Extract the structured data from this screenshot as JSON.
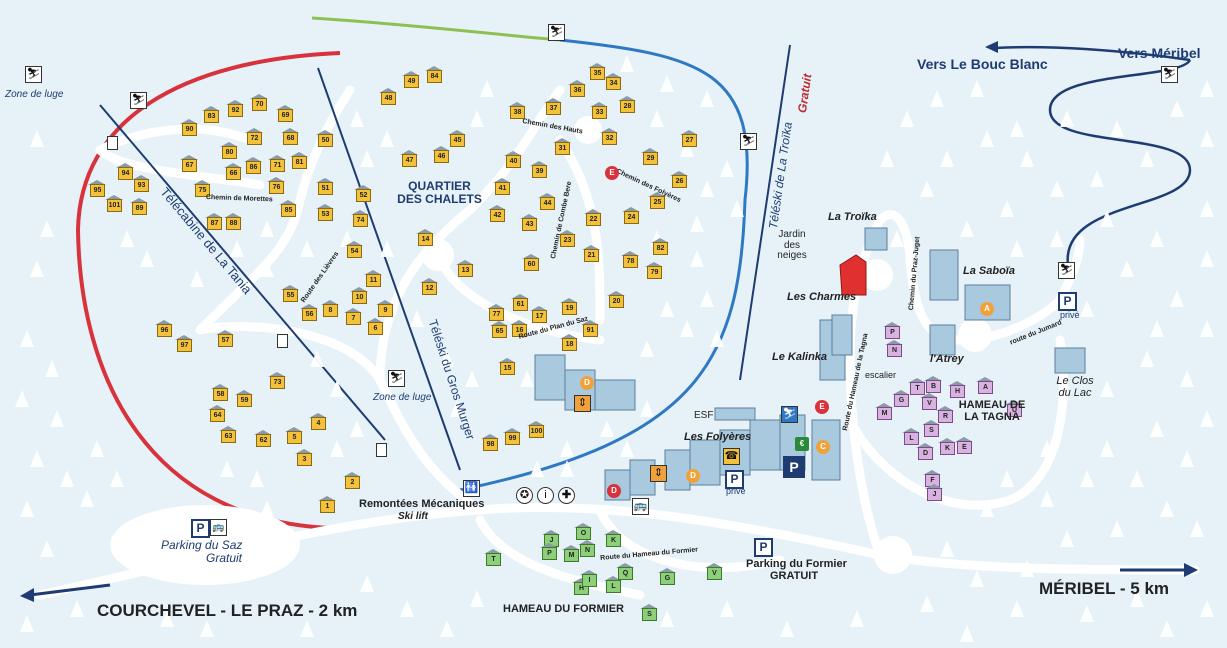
{
  "map": {
    "colors": {
      "snow": "#e6f2f8",
      "road": "#ffffff",
      "slope_red": "#d8333c",
      "slope_green": "#8cc152",
      "slope_blue": "#2f78c4",
      "lift": "#1e3c72",
      "chalet": "#f4c23a",
      "building": "#a9c9df"
    },
    "labels": {
      "zone_luge_1": "Zone de luge",
      "zone_luge_2": "Zone de luge",
      "telecabine": "Télécabine de La Tania",
      "teleski_gros_murger": "Téléski du Gros Murger",
      "teleski_troika": "Téléski de La Troïka",
      "teleski_troika_gratuit": "Gratuit",
      "quartier_chalets": "QUARTIER DES CHALETS",
      "vers_bouc_blanc": "Vers Le Bouc Blanc",
      "vers_meribel": "Vers Méribel",
      "jardin_neiges": "Jardin des neiges",
      "la_troika": "La Troïka",
      "les_charmes": "Les Charmes",
      "le_kalinka": "Le Kalinka",
      "la_sabola": "La Saboïa",
      "l_atrey": "l'Atrey",
      "le_clos_du_lac": "Le Clos du Lac",
      "hameau_tagna": "HAMEAU DE LA TAGNA",
      "esf": "ESF",
      "les_folyeres": "Les Folyères",
      "prive_1": "privé",
      "prive_2": "privé",
      "remontees": "Remontées Mécaniques",
      "ski_lift": "Ski lift",
      "parking_saz": "Parking du Saz",
      "parking_saz_gratuit": "Gratuit",
      "parking_formier": "Parking du Formier",
      "parking_formier_gratuit": "GRATUIT",
      "hameau_formier": "HAMEAU DU FORMIER",
      "courchevel": "COURCHEVEL - LE PRAZ - 2 km",
      "meribel": "MÉRIBEL - 5 km",
      "escalier": "escalier",
      "chemin_morettes": "Chemin de Morettes",
      "route_lievres": "Route des Lièvres",
      "chemin_hauts": "Chemin des Hauts",
      "chemin_combe_bere": "Chemin de Combe Bere",
      "chemin_folyeres": "Chemin des Folyères",
      "route_plan_saz": "Route du Plan du Saz",
      "route_hameau_tagna": "Route du Hameau de la Tagna",
      "chemin_praz_juget": "Chemin du Praz-Juget",
      "route_jumard": "route du Jumard",
      "route_hameau_formier": "Route du Hameau du Formier"
    },
    "chalets": [
      "35",
      "34",
      "36",
      "33",
      "28",
      "38",
      "37",
      "32",
      "27",
      "49",
      "84",
      "48",
      "45",
      "46",
      "47",
      "31",
      "40",
      "39",
      "29",
      "41",
      "44",
      "26",
      "25",
      "24",
      "42",
      "43",
      "22",
      "23",
      "21",
      "82",
      "78",
      "79",
      "60",
      "20",
      "61",
      "19",
      "17",
      "77",
      "16",
      "65",
      "91",
      "18",
      "15",
      "100",
      "99",
      "98",
      "92",
      "70",
      "83",
      "69",
      "90",
      "72",
      "68",
      "50",
      "80",
      "66",
      "86",
      "67",
      "71",
      "81",
      "94",
      "93",
      "75",
      "76",
      "51",
      "52",
      "95",
      "101",
      "89",
      "85",
      "53",
      "74",
      "87",
      "88",
      "54",
      "14",
      "13",
      "12",
      "11",
      "10",
      "9",
      "8",
      "7",
      "6",
      "56",
      "55",
      "57",
      "96",
      "97",
      "58",
      "59",
      "73",
      "64",
      "4",
      "5",
      "62",
      "63",
      "3",
      "2",
      "1"
    ],
    "hamlet_letters": [
      "P",
      "N",
      "T",
      "B",
      "H",
      "A",
      "M",
      "G",
      "V",
      "R",
      "L",
      "S",
      "K",
      "E",
      "D",
      "F",
      "J",
      "U"
    ],
    "formier_letters": [
      "T",
      "J",
      "P",
      "M",
      "O",
      "N",
      "K",
      "H",
      "I",
      "L",
      "Q",
      "V",
      "S",
      "G"
    ],
    "pois": {
      "red_e": "E",
      "c": "C",
      "a": "A",
      "d": "D",
      "euro": "€",
      "p": "P"
    }
  }
}
